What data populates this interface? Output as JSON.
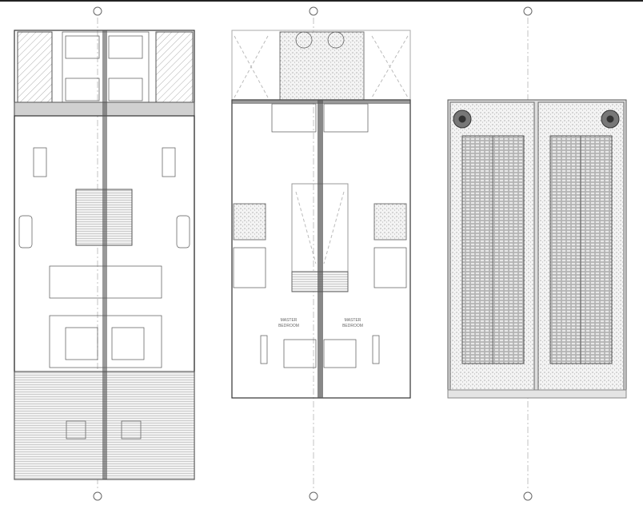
{
  "drawing": {
    "colors": {
      "line": "#333333",
      "hatch": "#9a9a9a",
      "fill": "#d8d8d8"
    },
    "grid_markers": [
      "grid-marker-icon",
      "grid-marker-icon",
      "grid-marker-icon"
    ],
    "first_floor": {
      "room_labels": [
        {
          "line1": "MASTER",
          "line2": "BEDROOM"
        },
        {
          "line1": "MASTER",
          "line2": "BEDROOM"
        }
      ]
    }
  }
}
